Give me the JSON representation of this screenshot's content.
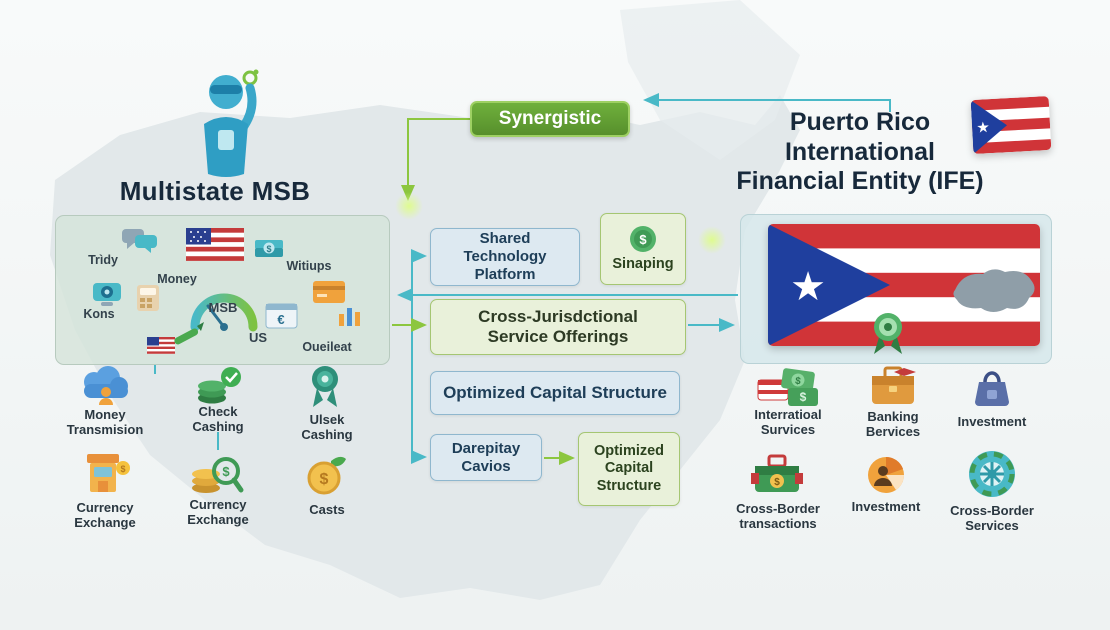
{
  "titles": {
    "msb": "Multistate MSB",
    "synergistic": "Synergistic",
    "ife": "Puerto Rico\nInternational\nFinancial Entity (IFE)"
  },
  "msb_panel": {
    "tridy": "Trìdy",
    "money": "Money",
    "witiups": "Witiups",
    "kons": "Kons",
    "msb_gauge": "MSB",
    "us": "US",
    "oueileat": "Oueileat"
  },
  "center": {
    "shared_technology": "Shared Technology\nPlatform",
    "sinaping": "Sinaping",
    "cross_jurisdictional": "Cross-Jurisdctional\nService Offerings",
    "optimized_capital": "Optimized Capital Structure",
    "darepitay": "Darepitay\nCavios",
    "optimized_capital_2": "Optimized\nCapital\nStructure"
  },
  "left_services": [
    {
      "icon": "cloud-icon",
      "label": "Money\nTransmision"
    },
    {
      "icon": "coins-check-icon",
      "label": "Check\nCashing"
    },
    {
      "icon": "badge-icon",
      "label": "Ulsek\nCashing"
    },
    {
      "icon": "exchange-kiosk-icon",
      "label": "Currency\nExchange"
    },
    {
      "icon": "coins-magnifier-icon",
      "label": "Currency\nExchange"
    },
    {
      "icon": "coin-icon",
      "label": "Casts"
    }
  ],
  "right_services": [
    {
      "icon": "cash-bills-icon",
      "label": "Interratioal\nSurvices"
    },
    {
      "icon": "briefcase-icon",
      "label": "Banking\nBervices"
    },
    {
      "icon": "bag-icon",
      "label": "Investment"
    },
    {
      "icon": "toolbox-icon",
      "label": "Cross-Border\ntransactions"
    },
    {
      "icon": "pie-person-icon",
      "label": "Investment"
    },
    {
      "icon": "wheel-icon",
      "label": "Cross-Border\nServices"
    }
  ],
  "colors": {
    "teal_arrow": "#49b9c7",
    "green_arrow": "#8cc63f",
    "synergistic_bg": "#63a233",
    "blue_box_bg": "#dde9f1",
    "blue_box_border": "#8fb7ce",
    "green_box_bg": "#e9f1da",
    "green_box_border": "#a5c672"
  }
}
